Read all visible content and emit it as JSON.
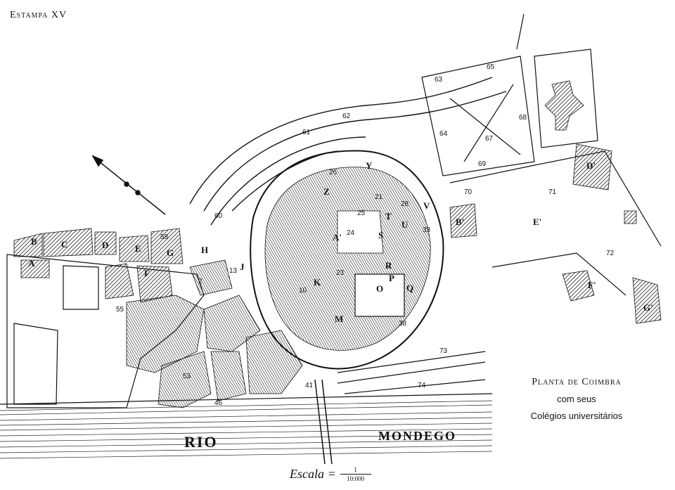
{
  "plate": {
    "prefix": "Estampa",
    "number": "XV"
  },
  "legend": {
    "title": "Planta de Coimbra",
    "line1": "com seus",
    "line2": "Colégios universitários"
  },
  "river": {
    "left": "RIO",
    "right": "MONDEGO"
  },
  "scale": {
    "label": "Escala =",
    "numerator": "1",
    "denominator": "10:000"
  },
  "letters": [
    "A",
    "B",
    "C",
    "D",
    "E",
    "F",
    "G",
    "H",
    "J",
    "K",
    "M",
    "O",
    "P",
    "Q",
    "R",
    "S",
    "T",
    "U",
    "V",
    "Y",
    "Z",
    "A'",
    "B'",
    "D'",
    "E'",
    "F'",
    "G'"
  ],
  "numbers": [
    "2",
    "10",
    "13",
    "21",
    "23",
    "24",
    "25",
    "26",
    "28",
    "33",
    "38",
    "41",
    "46",
    "53",
    "55",
    "58",
    "60",
    "61",
    "62",
    "63",
    "64",
    "65",
    "67",
    "68",
    "69",
    "70",
    "71",
    "72",
    "73",
    "74"
  ]
}
